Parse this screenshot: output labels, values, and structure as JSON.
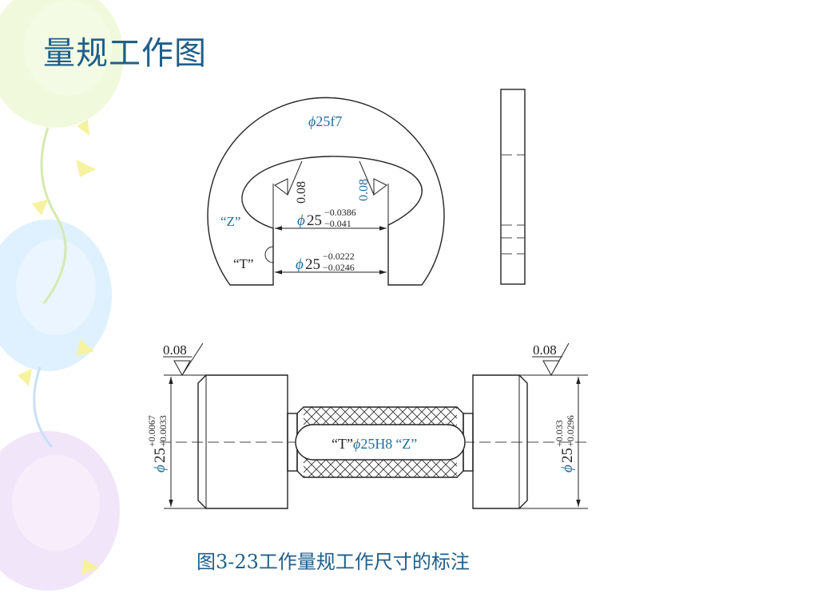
{
  "slide": {
    "title": "量规工作图",
    "caption": "图3-23工作量规工作尺寸的标注"
  },
  "snap_gauge": {
    "diameter_label": "25f7",
    "z_label": "“Z”",
    "t_label": "“T”",
    "z_dim": {
      "nominal": "25",
      "upper": "−0.0386",
      "lower": "−0.041"
    },
    "t_dim": {
      "nominal": "25",
      "upper": "−0.0222",
      "lower": "−0.0246"
    },
    "roughness_left": "0.08",
    "roughness_right": "0.08"
  },
  "plug_gauge": {
    "roughness_left": "0.08",
    "roughness_right": "0.08",
    "left_dim": {
      "nominal": "25",
      "upper": "+0.0067",
      "lower": "+0.0033"
    },
    "right_dim": {
      "nominal": "25",
      "upper": "+0.033",
      "lower": "+0.0296"
    },
    "center_label_t": "“T”",
    "center_label_main": "25H8",
    "center_label_z": "“Z”"
  },
  "symbols": {
    "phi": "ϕ"
  },
  "colors": {
    "accent": "#1f6f9b",
    "line": "#222222"
  }
}
